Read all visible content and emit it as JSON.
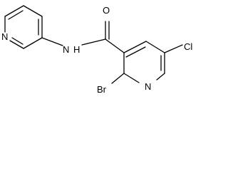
{
  "atoms": {
    "n_left_ring": "N",
    "n_amide": "N",
    "h_amide": "H",
    "o_carbonyl": "O",
    "cl": "Cl",
    "br": "Br",
    "n_right_ring": "N"
  }
}
